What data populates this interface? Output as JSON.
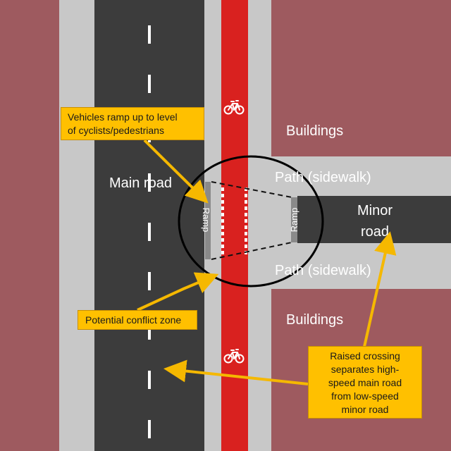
{
  "labels": {
    "main_road": "Main road",
    "minor_road_line1": "Minor",
    "minor_road_line2": "road",
    "buildings_top": "Buildings",
    "buildings_bottom": "Buildings",
    "path_top": "Path (sidewalk)",
    "path_bottom": "Path (sidewalk)",
    "ramp_left": "Ramp",
    "ramp_right": "Ramp"
  },
  "callouts": {
    "ramp_up": [
      "Vehicles ramp up to level",
      "of cyclists/pedestrians"
    ],
    "conflict": "Potential conflict zone",
    "raised_crossing": [
      "Raised crossing",
      "separates high-",
      "speed main road",
      "from low-speed",
      "minor road"
    ]
  },
  "icons": {
    "bike_top": "bicycle-icon",
    "bike_bottom": "bicycle-icon"
  },
  "colors": {
    "buildings": "#9e5a5f",
    "road": "#3c3c3c",
    "sidewalk": "#c8c8c8",
    "bike_lane": "#d9211f",
    "callout": "#ffc000",
    "arrow": "#f5b800"
  }
}
